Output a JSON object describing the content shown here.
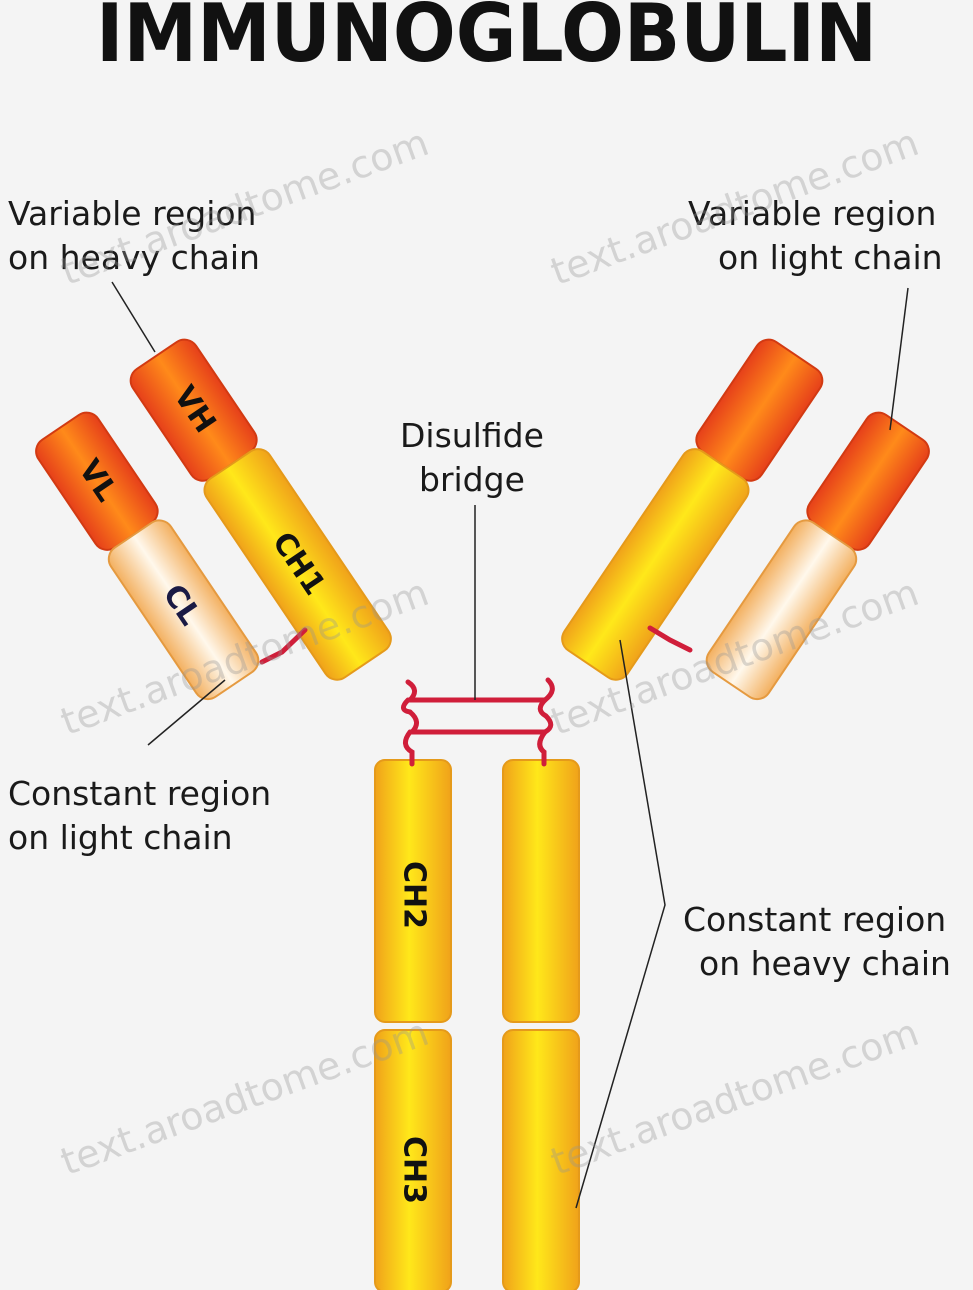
{
  "title": "IMMUNOGLOBULIN",
  "labels": {
    "var_heavy": [
      "Variable region",
      "on heavy chain"
    ],
    "var_light": [
      "Variable region",
      "on light chain"
    ],
    "disulfide": [
      "Disulfide",
      "bridge"
    ],
    "const_light": [
      "Constant region",
      "on light chain"
    ],
    "const_heavy": [
      "Constant region",
      "on heavy chain"
    ]
  },
  "segments": {
    "vh": "VH",
    "vl": "VL",
    "ch1": "CH1",
    "cl": "CL",
    "ch2": "CH2",
    "ch3": "CH3"
  },
  "watermark": "text.aroadtome.com",
  "colors": {
    "variable": "#e8401a",
    "constant": "#f5b21e",
    "light_constant": "#f7c88a",
    "bridge": "#d01e3a"
  }
}
